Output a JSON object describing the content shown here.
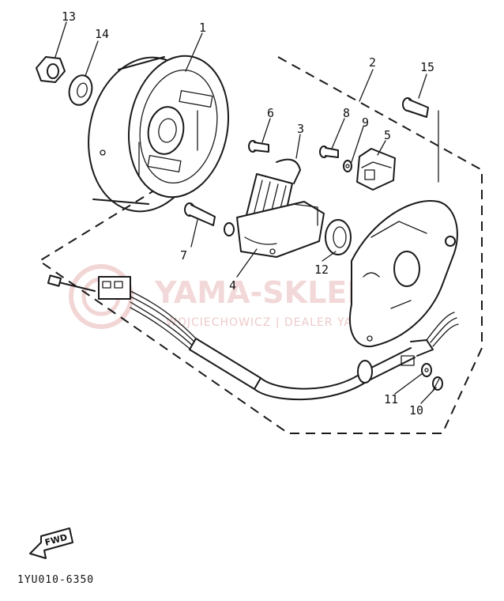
{
  "diagram": {
    "part_numbers": [
      "1",
      "2",
      "3",
      "4",
      "5",
      "6",
      "7",
      "8",
      "9",
      "10",
      "11",
      "12",
      "13",
      "14",
      "15"
    ],
    "direction_label": "FWD",
    "figure_code": "1YU010-6350"
  },
  "watermark": {
    "brand": "YAMA-SKLEP.PL",
    "subtitle": "WOJCIECHOWICZ | DEALER YAMAHA"
  },
  "colors": {
    "line": "#1a1a1a",
    "watermark": "#e9b9b9",
    "background": "#ffffff"
  }
}
